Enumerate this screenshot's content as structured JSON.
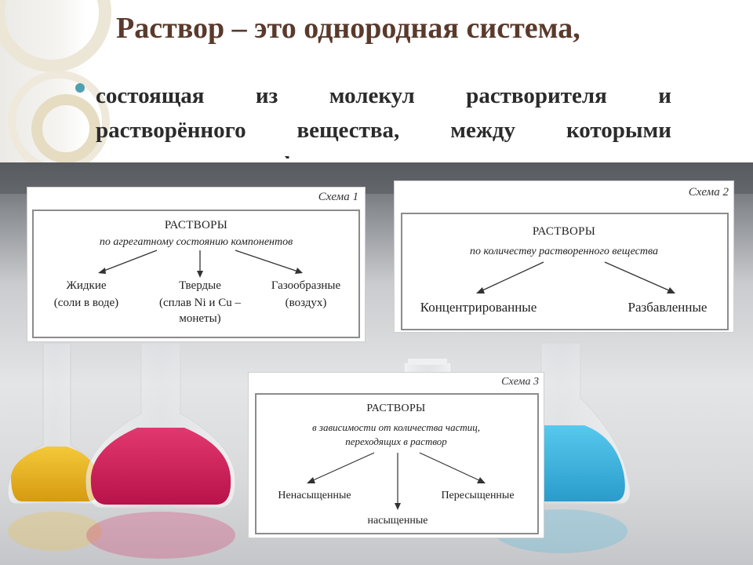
{
  "title": "Раствор – это однородная система,",
  "bullet_lines": [
    "состоящая из молекул растворителя и",
    "растворённого вещества, между которыми",
    "происходят физические и химические"
  ],
  "scheme1": {
    "label": "Схема 1",
    "heading": "РАСТВОРЫ",
    "subheading": "по агрегатному состоянию компонентов",
    "items": [
      {
        "name": "Жидкие",
        "note": "(соли в воде)"
      },
      {
        "name": "Твердые",
        "note": "(сплав Ni и Cu –",
        "note2": "монеты)"
      },
      {
        "name": "Газообразные",
        "note": "(воздух)"
      }
    ]
  },
  "scheme2": {
    "label": "Схема 2",
    "heading": "РАСТВОРЫ",
    "subheading": "по количеству растворенного вещества",
    "items": [
      "Концентрированные",
      "Разбавленные"
    ]
  },
  "scheme3": {
    "label": "Схема 3",
    "heading": "РАСТВОРЫ",
    "subheading_1": "в зависимости от количества частиц,",
    "subheading_2": "переходящих в раствор",
    "items": [
      "Ненасыщенные",
      "насыщенные",
      "Пересыщенные"
    ]
  },
  "colors": {
    "title": "#5a3a2c",
    "bullet": "#4fa0b0",
    "flask_yellow": "#e9b21a",
    "flask_pink": "#d8205a",
    "flask_blue": "#36b6e0"
  }
}
